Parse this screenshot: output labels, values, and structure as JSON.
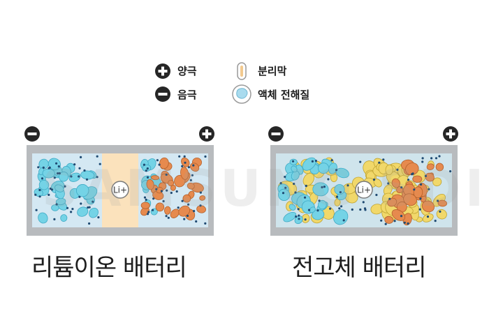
{
  "legend": {
    "positive_label": "양극",
    "negative_label": "음극",
    "separator_label": "분리막",
    "electrolyte_label": "액체 전해질"
  },
  "ion_label": "Li+",
  "watermark": "SAMSUNG SDI",
  "batteries": [
    {
      "caption": "리튬이온 배터리"
    },
    {
      "caption": "전고체 배터리"
    }
  ],
  "colors": {
    "terminal": "#2b2b2b",
    "casing": "#b9bcbf",
    "liquid": "#cfe6f2",
    "cyan_particle": "#74d3e6",
    "orange_particle": "#e68a4e",
    "yellow_particle": "#f1d86a",
    "separator": "#fbe3bd"
  }
}
